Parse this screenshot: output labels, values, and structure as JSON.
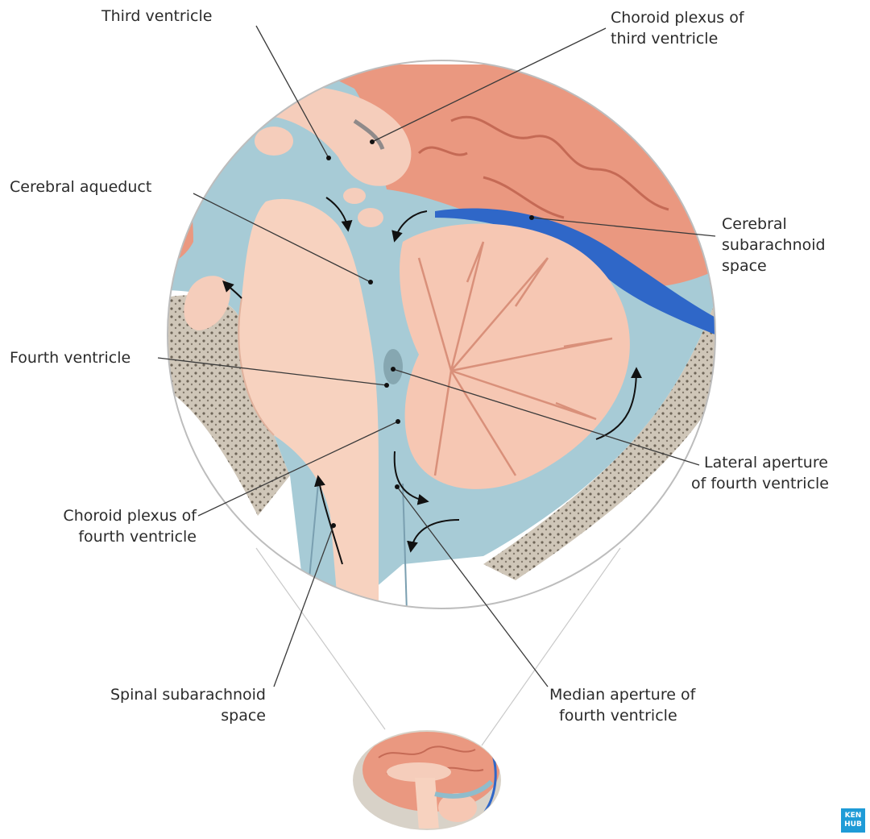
{
  "labels": {
    "third_ventricle": "Third ventricle",
    "choroid_plexus_third_1": "Choroid plexus of",
    "choroid_plexus_third_2": "third ventricle",
    "cerebral_aqueduct": "Cerebral aqueduct",
    "cerebral_subarachnoid_1": "Cerebral",
    "cerebral_subarachnoid_2": "subarachnoid",
    "cerebral_subarachnoid_3": "space",
    "fourth_ventricle": "Fourth ventricle",
    "lateral_aperture_1": "Lateral aperture",
    "lateral_aperture_2": "of fourth ventricle",
    "choroid_plexus_fourth_1": "Choroid plexus of",
    "choroid_plexus_fourth_2": "fourth ventricle",
    "spinal_subarachnoid_1": "Spinal subarachnoid",
    "spinal_subarachnoid_2": "space",
    "median_aperture_1": "Median aperture of",
    "median_aperture_2": "fourth ventricle"
  },
  "logo": {
    "line1": "KEN",
    "line2": "HUB"
  },
  "colors": {
    "csf": "#9cc4d0",
    "csf_dark": "#6fa6b8",
    "brainstem": "#f7d2bf",
    "cortex": "#e98f76",
    "cortex_light": "#f2b09c",
    "cerebellum": "#f6c7b3",
    "bone": "#cfc6b8",
    "vein": "#2f67c8",
    "leader": "#3a3a3a",
    "circle_rim": "#bfbfbf"
  }
}
